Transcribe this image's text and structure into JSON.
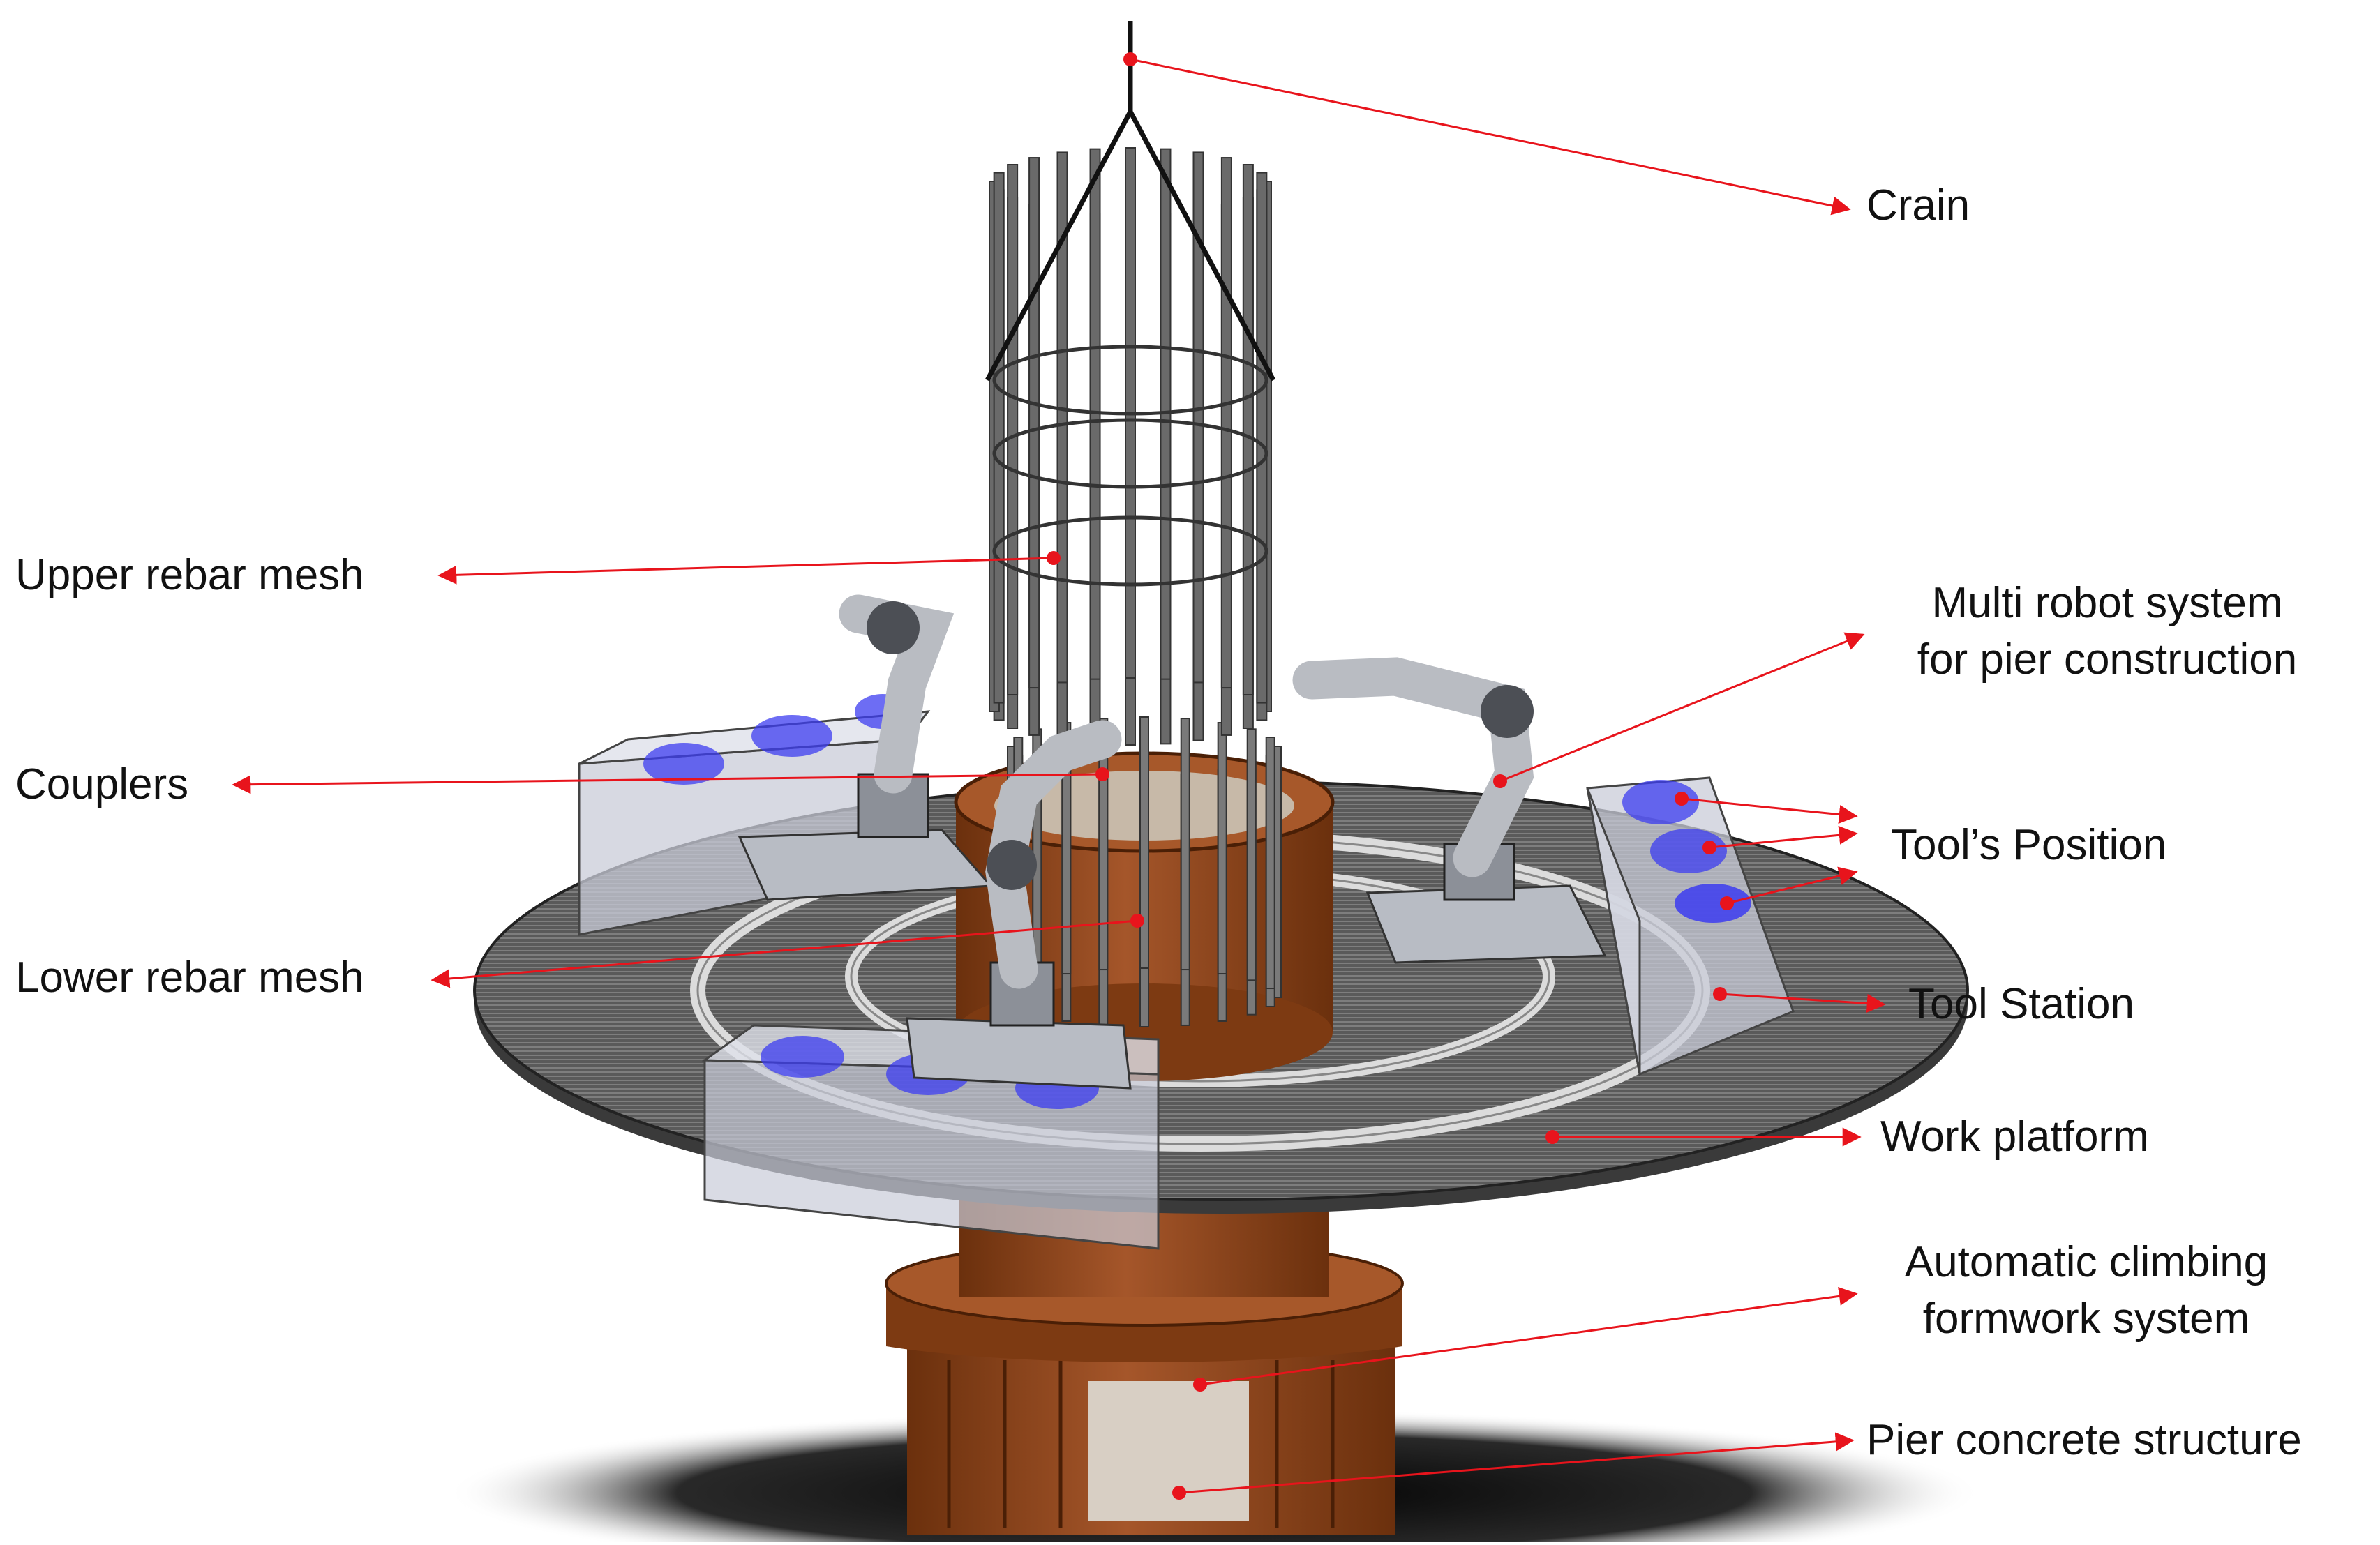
{
  "labels": {
    "crain": "Crain",
    "upper_rebar_mesh": "Upper rebar mesh",
    "couplers": "Couplers",
    "lower_rebar_mesh": "Lower rebar mesh",
    "multi_robot_line1": "Multi robot system",
    "multi_robot_line2": "for pier construction",
    "tools_position": "Tool’s Position",
    "tool_station": "Tool Station",
    "work_platform": "Work platform",
    "climbing_line1": "Automatic climbing",
    "climbing_line2": "formwork system",
    "pier_concrete": "Pier concrete structure"
  },
  "colors": {
    "leader": "#e8141c",
    "platform": "#6e6e6e",
    "pier": "#8a4215",
    "tool_marker": "#3c3cf0",
    "rebar": "#666666"
  }
}
